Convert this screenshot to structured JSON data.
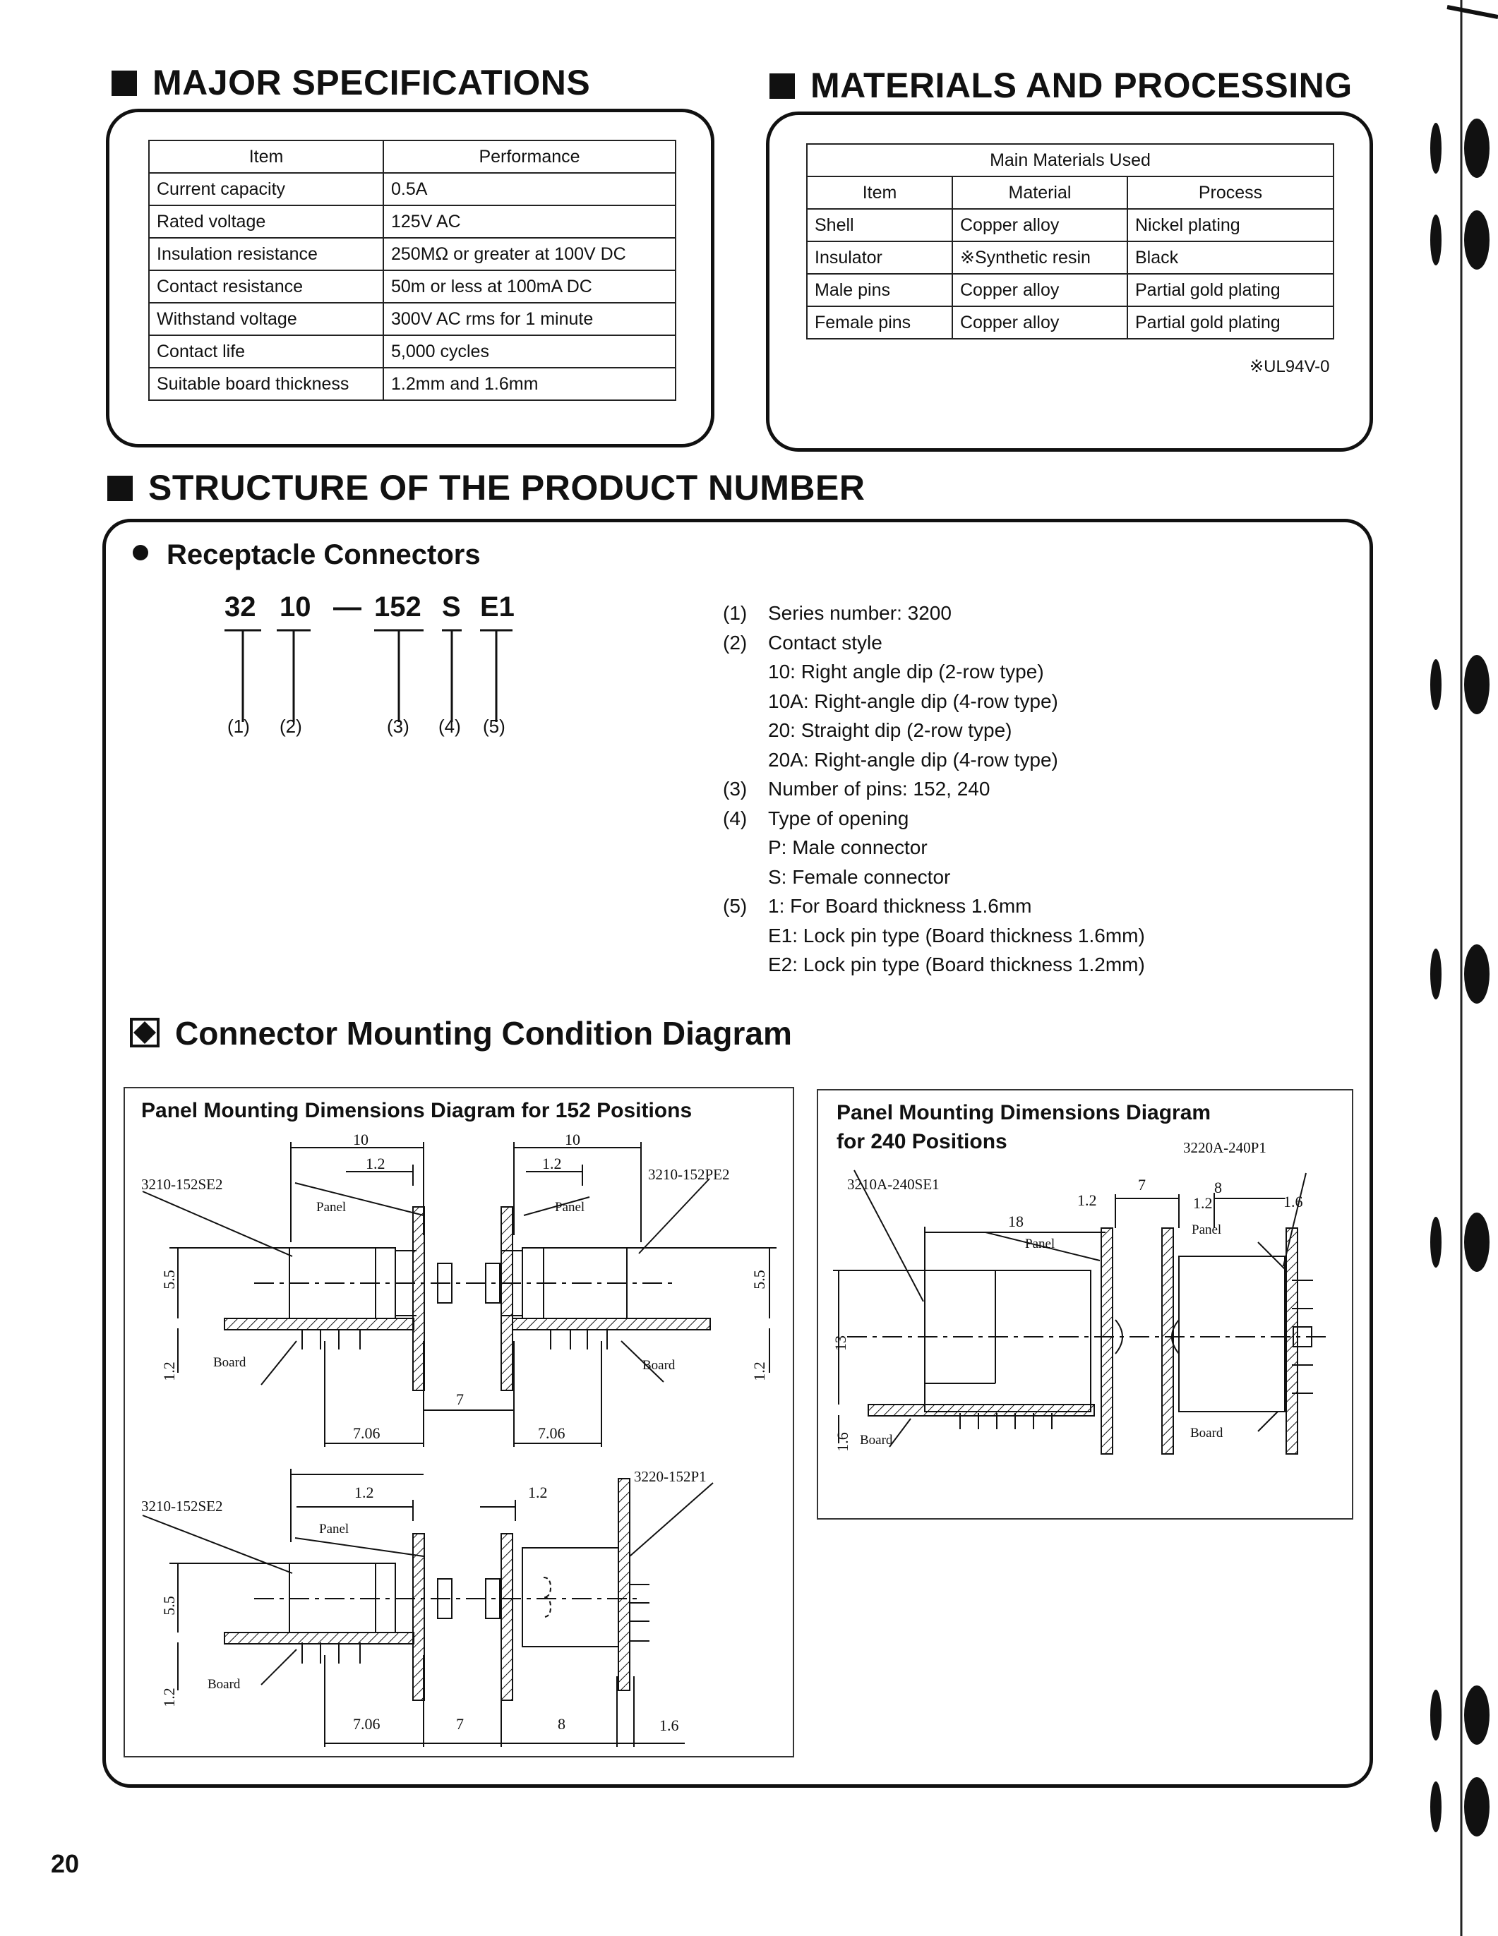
{
  "sections": {
    "major_specs": "MAJOR SPECIFICATIONS",
    "materials": "MATERIALS AND PROCESSING",
    "structure": "STRUCTURE OF THE PRODUCT NUMBER",
    "mounting": "Connector Mounting Condition Diagram"
  },
  "specs": {
    "headers": [
      "Item",
      "Performance"
    ],
    "rows": [
      [
        "Current capacity",
        "0.5A"
      ],
      [
        "Rated voltage",
        "125V AC"
      ],
      [
        "Insulation resistance",
        "250MΩ or greater at 100V DC"
      ],
      [
        "Contact resistance",
        "50m or less at 100mA DC"
      ],
      [
        "Withstand voltage",
        "300V AC rms for 1 minute"
      ],
      [
        "Contact life",
        "5,000 cycles"
      ],
      [
        "Suitable board thickness",
        "1.2mm and 1.6mm"
      ]
    ]
  },
  "materials": {
    "caption": "Main Materials Used",
    "headers": [
      "Item",
      "Material",
      "Process"
    ],
    "rows": [
      [
        "Shell",
        "Copper alloy",
        "Nickel plating"
      ],
      [
        "Insulator",
        "※Synthetic resin",
        "Black"
      ],
      [
        "Male pins",
        "Copper alloy",
        "Partial gold plating"
      ],
      [
        "Female pins",
        "Copper alloy",
        "Partial gold plating"
      ]
    ],
    "note": "※UL94V-0"
  },
  "structure": {
    "subtitle": "Receptacle Connectors",
    "parts": [
      "32",
      "10",
      "—",
      "152",
      "S",
      "E1"
    ],
    "indices": [
      "(1)",
      "(2)",
      "(3)",
      "(4)",
      "(5)"
    ],
    "desc": [
      [
        "(1)",
        "Series number: 3200"
      ],
      [
        "(2)",
        "Contact style"
      ],
      [
        "",
        "10: Right angle dip (2-row type)"
      ],
      [
        "",
        "10A: Right-angle dip (4-row type)"
      ],
      [
        "",
        "20: Straight dip (2-row type)"
      ],
      [
        "",
        "20A: Right-angle dip (4-row type)"
      ],
      [
        "(3)",
        "Number of pins: 152, 240"
      ],
      [
        "(4)",
        "Type of opening"
      ],
      [
        "",
        "P: Male connector"
      ],
      [
        "",
        "S: Female connector"
      ],
      [
        "(5)",
        "1: For Board thickness 1.6mm"
      ],
      [
        "",
        "E1: Lock pin type (Board thickness 1.6mm)"
      ],
      [
        "",
        "E2: Lock pin type (Board thickness 1.2mm)"
      ]
    ]
  },
  "diagram152": {
    "title": "Panel Mounting Dimensions Diagram for 152 Positions",
    "top": {
      "left_part": "3210-152SE2",
      "right_part": "3210-152PE2",
      "panel": "Panel",
      "board": "Board",
      "d10": "10",
      "d1_2": "1.2",
      "d5_5": "5.5",
      "d7": "7",
      "d7_06": "7.06"
    },
    "bottom": {
      "left_part": "3210-152SE2",
      "right_part": "3220-152P1",
      "panel": "Panel",
      "board": "Board",
      "d1_2": "1.2",
      "d5_5": "5.5",
      "d7": "7",
      "d7_06": "7.06",
      "d8": "8",
      "d1_6": "1.6"
    }
  },
  "diagram240": {
    "title_line1": "Panel Mounting Dimensions Diagram",
    "title_line2": "for 240 Positions",
    "left_part": "3210A-240SE1",
    "right_part": "3220A-240P1",
    "panel": "Panel",
    "board": "Board",
    "d18": "18",
    "d1_2": "1.2",
    "d7": "7",
    "d8": "8",
    "d1_6": "1.6",
    "d13": "13"
  },
  "page_number": "20"
}
